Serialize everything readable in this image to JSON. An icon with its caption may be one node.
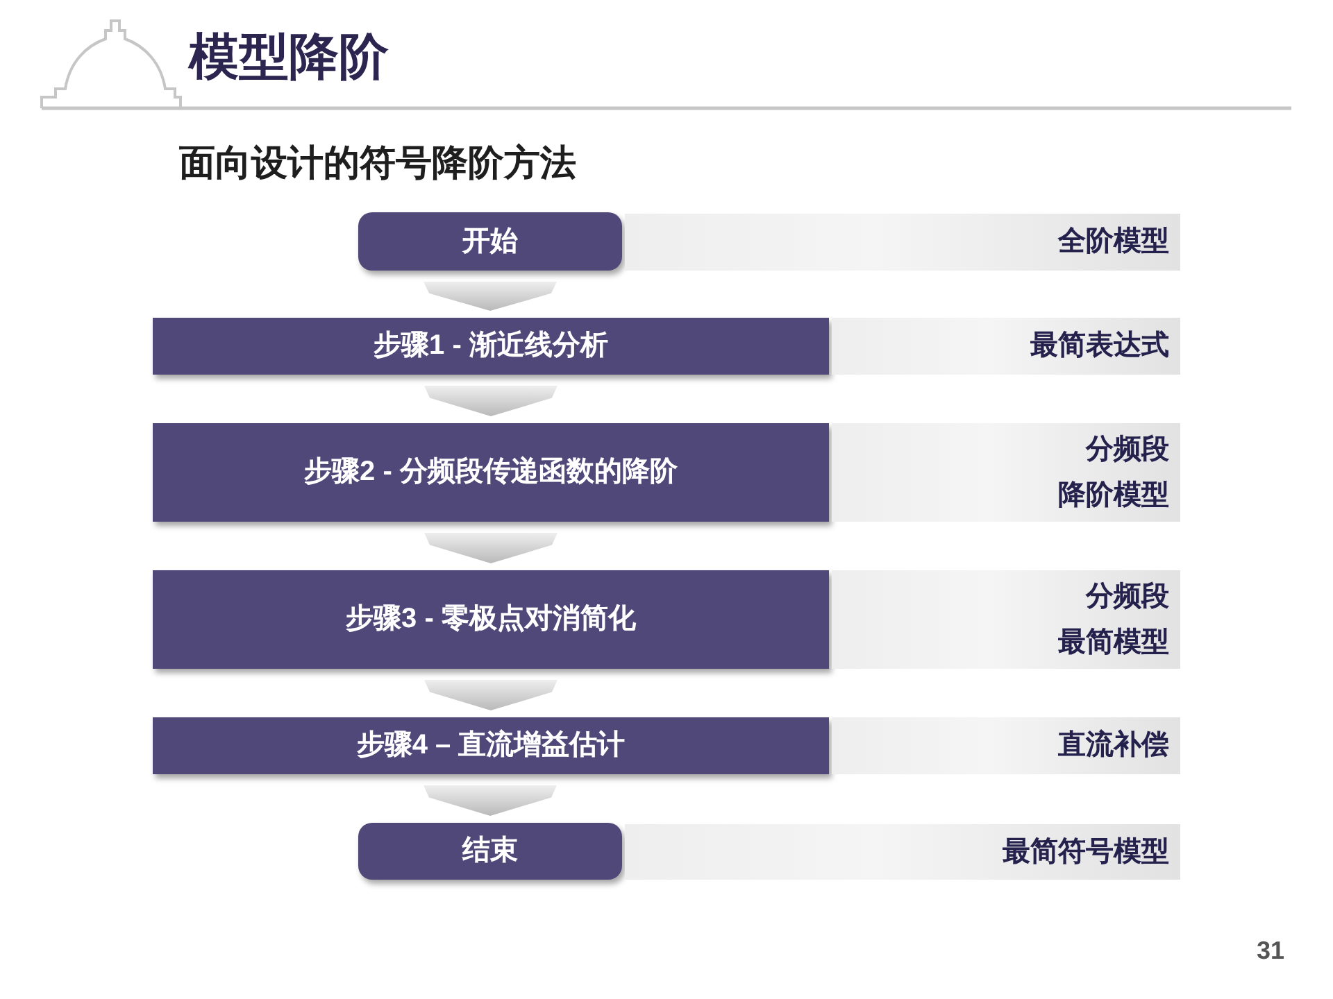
{
  "diagram": {
    "title": "模型降阶",
    "nodes": [
      {
        "text": [
          "开始"
        ]
      },
      {
        "text": [
          "全阶模型"
        ]
      },
      {
        "text": [
          "步骤1 - 渐近线分析"
        ]
      },
      {
        "text": [
          "最简表达式"
        ]
      },
      {
        "text": [
          "步骤2 - 分频段传递函数的降阶"
        ]
      },
      {
        "text": [
          "分频段",
          "降阶模型"
        ]
      },
      {
        "text": [
          "步骤3 - 零极点对消简化"
        ]
      },
      {
        "text": [
          "分频段",
          "最简模型"
        ]
      },
      {
        "text": [
          "步骤4 – 直流增益估计"
        ]
      },
      {
        "text": [
          "直流补偿"
        ]
      },
      {
        "text": [
          "结束"
        ]
      },
      {
        "text": [
          "最简符号模型"
        ]
      }
    ],
    "edges": [
      {
        "from": 0,
        "to": 2,
        "arrow": "to"
      },
      {
        "from": 2,
        "to": 4,
        "arrow": "to"
      },
      {
        "from": 4,
        "to": 6,
        "arrow": "to"
      },
      {
        "from": 6,
        "to": 8,
        "arrow": "to"
      },
      {
        "from": 8,
        "to": 10,
        "arrow": "to"
      }
    ],
    "labels": [
      "面向设计的符号降阶方法",
      "31"
    ]
  }
}
